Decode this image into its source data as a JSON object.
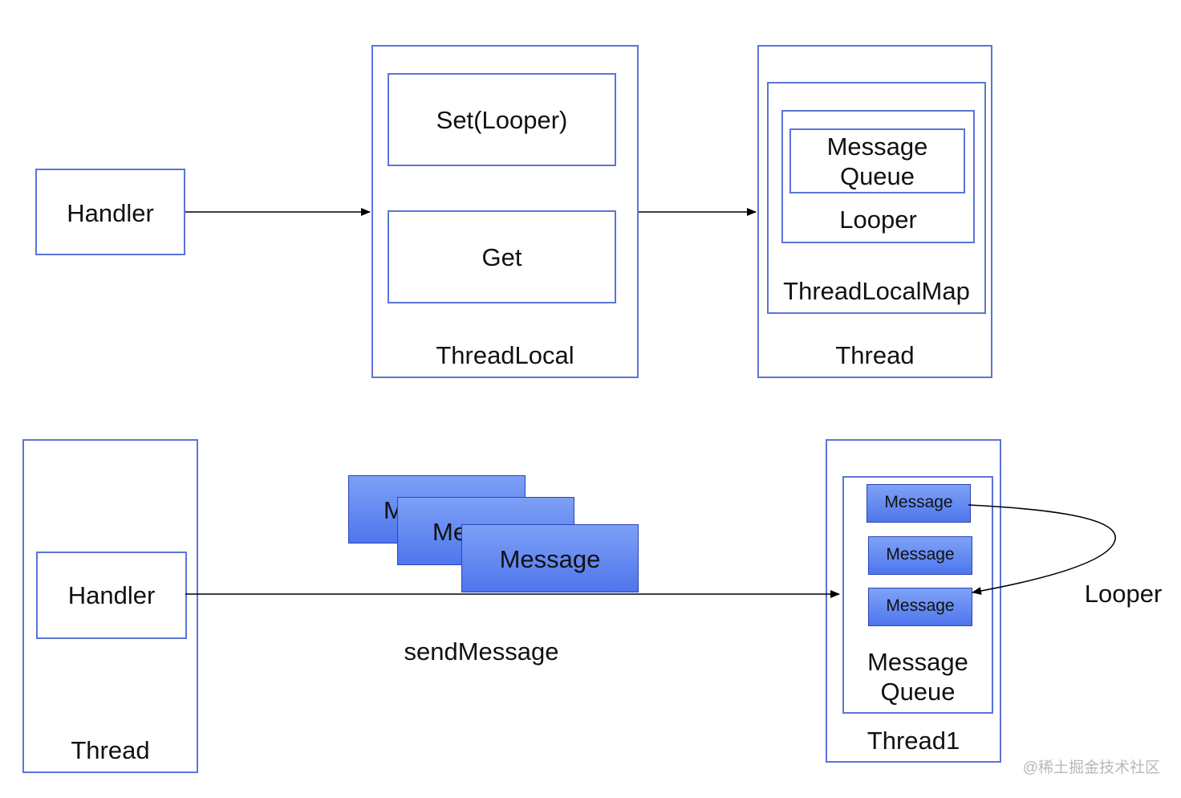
{
  "top": {
    "handler_label": "Handler",
    "threadlocal": {
      "label": "ThreadLocal",
      "set_label": "Set(Looper)",
      "get_label": "Get"
    },
    "thread": {
      "label": "Thread",
      "map_label": "ThreadLocalMap",
      "looper_label": "Looper",
      "queue_label_line1": "Message",
      "queue_label_line2": "Queue"
    }
  },
  "bottom": {
    "left_thread_label": "Thread",
    "handler_label": "Handler",
    "messages_stack": [
      {
        "text": "M"
      },
      {
        "text": "Me"
      },
      {
        "text": "Message"
      }
    ],
    "send_label": "sendMessage",
    "thread1": {
      "label": "Thread1",
      "queue_label_line1": "Message",
      "queue_label_line2": "Queue",
      "messages": [
        "Message",
        "Message",
        "Message"
      ]
    },
    "looper_label": "Looper"
  },
  "watermark": "@稀土掘金技术社区",
  "colors": {
    "box_border": "#5b74d6",
    "message_fill": "#5a80ee",
    "arrow": "#000000"
  }
}
